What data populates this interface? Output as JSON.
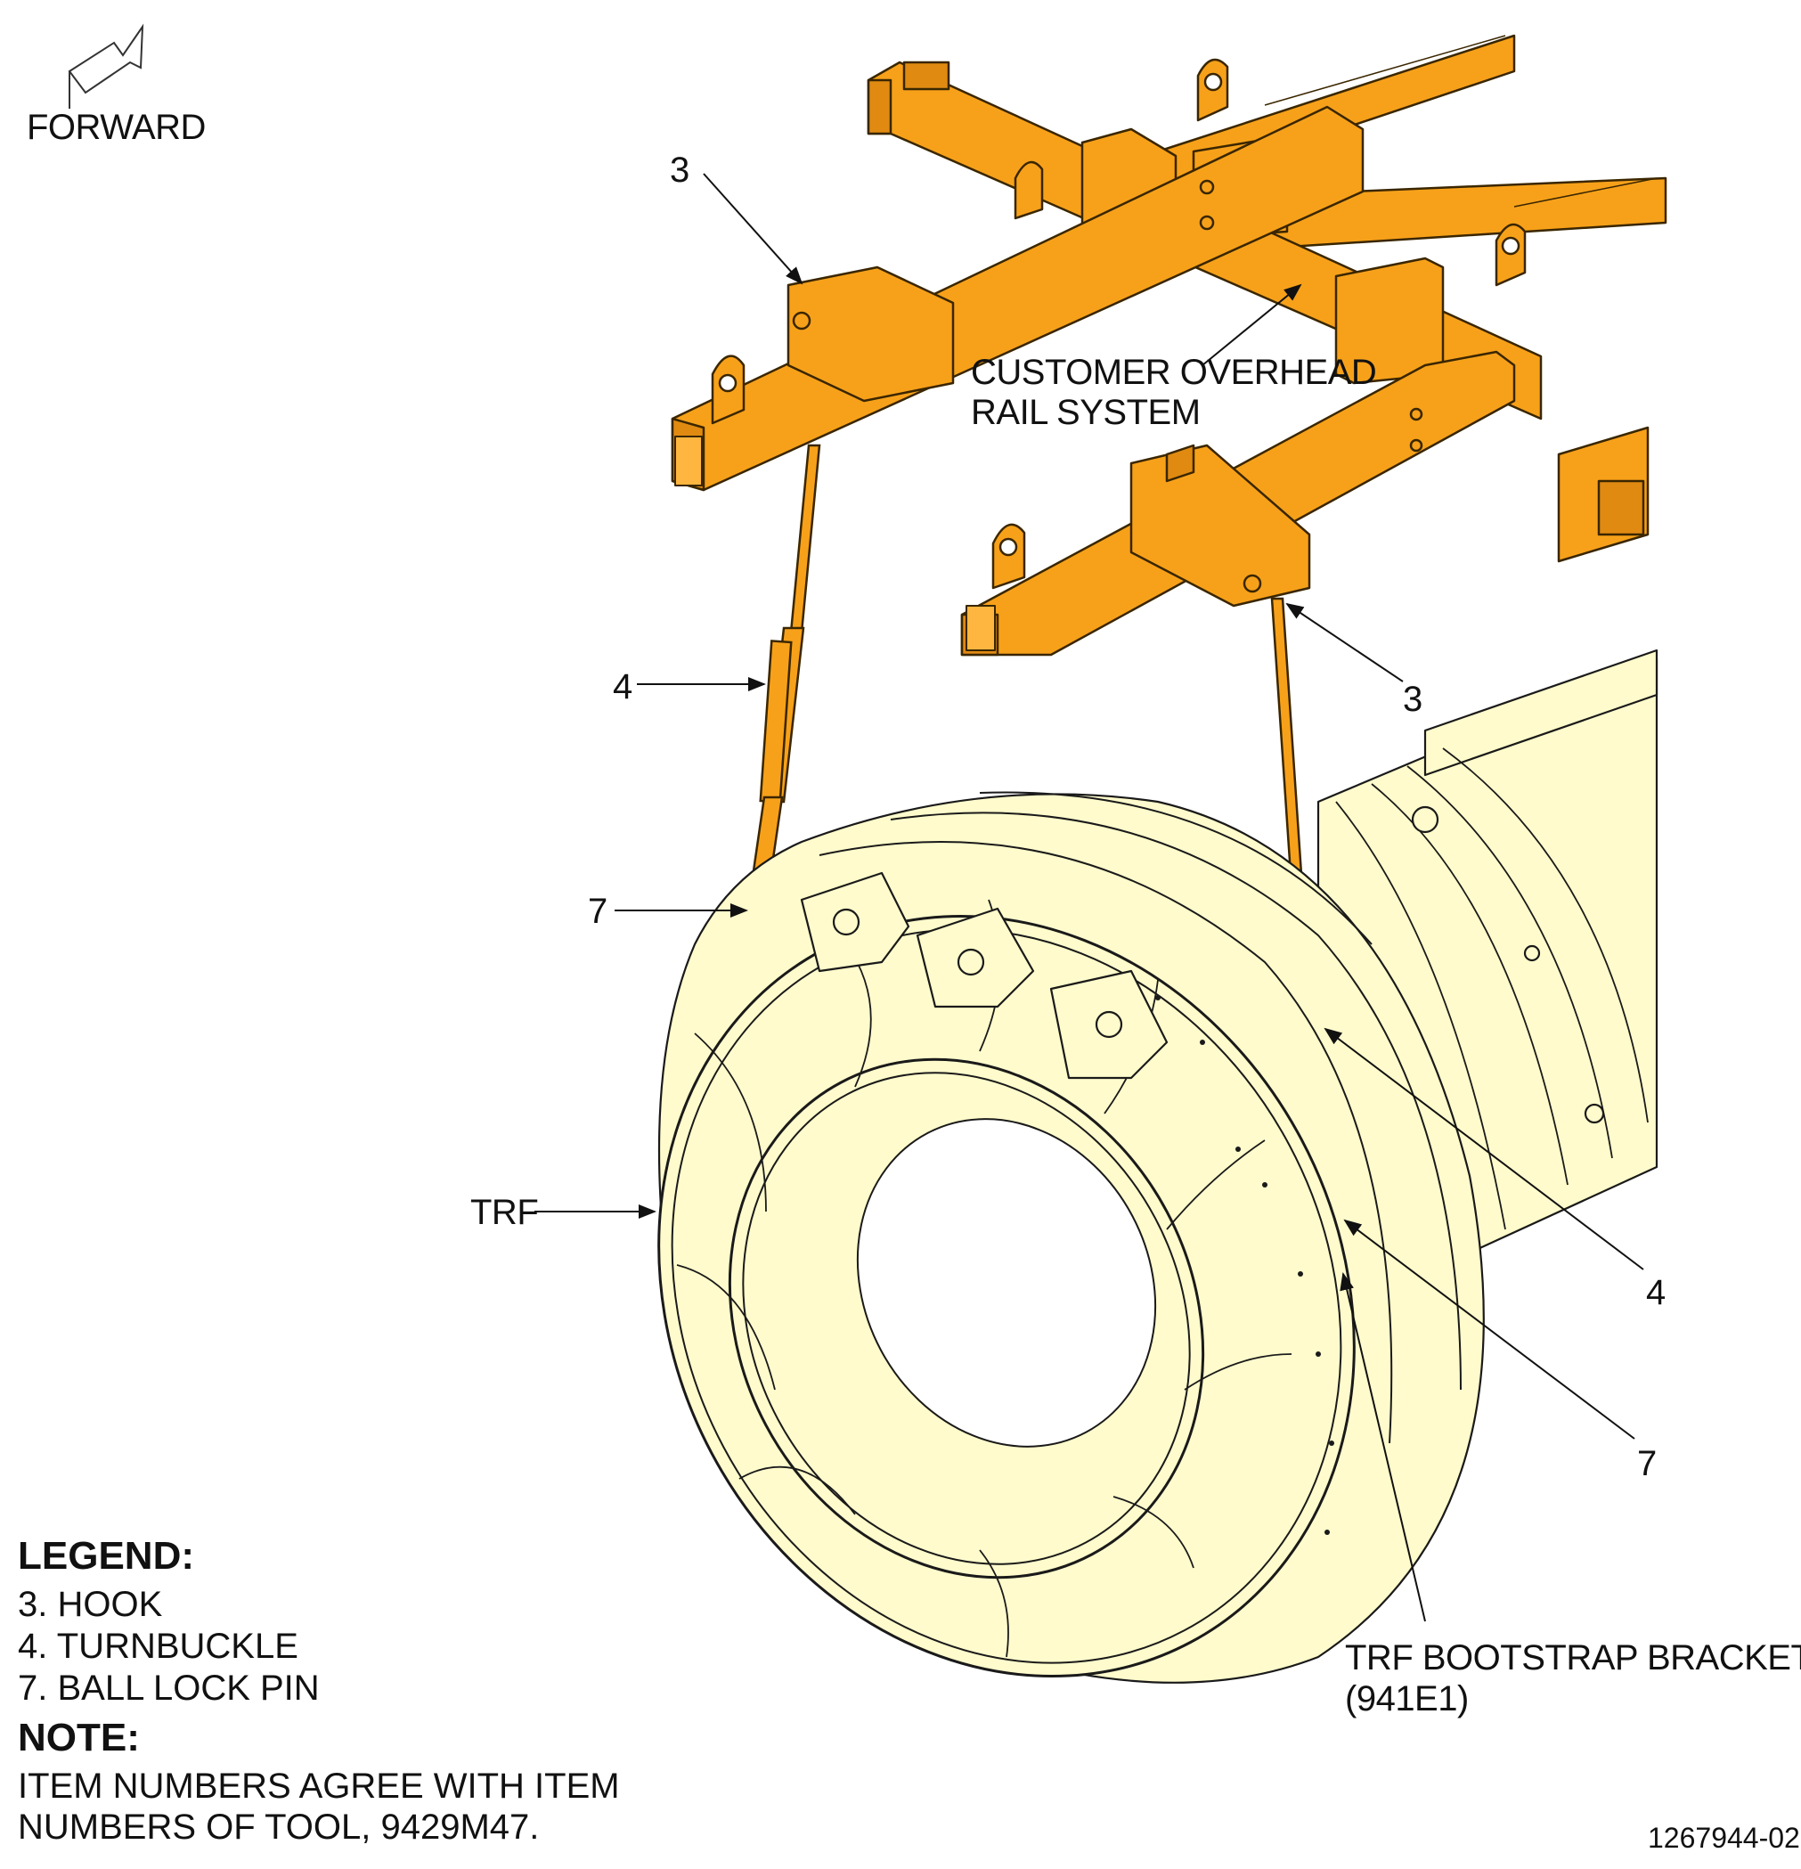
{
  "orientation": {
    "label": "FORWARD",
    "icon": "forward-arrow-icon"
  },
  "callouts": {
    "hook_upper": "3",
    "hook_lower": "3",
    "turnbuckle_left": "4",
    "turnbuckle_right": "4",
    "pin_left": "7",
    "pin_right": "7",
    "trf": "TRF",
    "rail_line1": "CUSTOMER OVERHEAD",
    "rail_line2": "RAIL SYSTEM",
    "bracket_line1": "TRF BOOTSTRAP BRACKET",
    "bracket_line2": "(941E1)"
  },
  "legend": {
    "title": "LEGEND:",
    "items": [
      "3. HOOK",
      "4. TURNBUCKLE",
      "7. BALL LOCK PIN"
    ]
  },
  "note": {
    "title": "NOTE:",
    "line1": "ITEM NUMBERS AGREE WITH ITEM",
    "line2": "NUMBERS OF TOOL, 9429M47."
  },
  "figure_number": "1267944-02",
  "colors": {
    "rail": "#F7A11A",
    "rail_edge": "#3a2600",
    "engine": "#FFFBCC",
    "ink": "#111111"
  }
}
